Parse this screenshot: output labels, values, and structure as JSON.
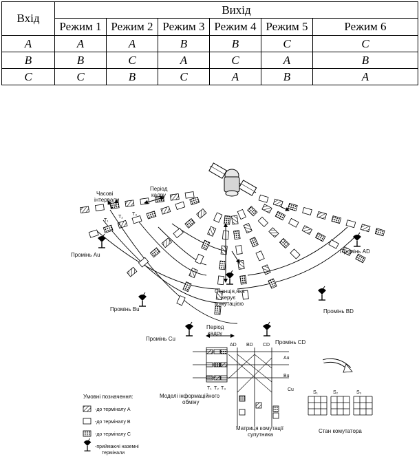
{
  "table": {
    "input_header": "Вхід",
    "output_header": "Вихід",
    "modes": [
      "Режим 1",
      "Режим 2",
      "Режим 3",
      "Режим 4",
      "Режим 5",
      "Режим 6"
    ],
    "rows": [
      {
        "input": "A",
        "outputs": [
          "A",
          "A",
          "B",
          "B",
          "C",
          "C"
        ]
      },
      {
        "input": "B",
        "outputs": [
          "B",
          "C",
          "A",
          "C",
          "A",
          "B"
        ]
      },
      {
        "input": "C",
        "outputs": [
          "C",
          "B",
          "C",
          "A",
          "B",
          "A"
        ]
      }
    ]
  },
  "figure": {
    "time_intervals": "Часові інтервали",
    "time_intervals_l1": "Часові",
    "time_intervals_l2": "інтервали",
    "frame_period_l1": "Період",
    "frame_period_l2": "кадру",
    "t1": "T₁",
    "t2": "T₂",
    "t3": "T₃",
    "beam_au": "Промінь Au",
    "beam_bu": "Промінь Bu",
    "beam_cu": "Промінь Cu",
    "beam_ad": "Промінь AD",
    "beam_bd": "Промінь BD",
    "beam_cd": "Промінь CD",
    "control_station_l1": "Станція,яка",
    "control_station_l2": "керує",
    "control_station_l3": "комутацією",
    "model_l1": "Моделі інформаційного",
    "model_l2": "обміну",
    "matrix_l1": "Матриця комутації",
    "matrix_l2": "супутника",
    "switch_state": "Стан комутатора",
    "col_ad": "AD",
    "col_bd": "BD",
    "col_cd": "CD",
    "row_au": "Au",
    "row_bu": "Bu",
    "row_cu": "Cu",
    "s1": "S₁",
    "s2": "S₂",
    "s3": "S₃",
    "legend_title": "Умовні позначення:",
    "legend_a": "-до терміналу A",
    "legend_b": "-до терміналу B",
    "legend_c": "-до терміналу C",
    "legend_t_l1": "-приймаючі наземні",
    "legend_t_l2": "термінали"
  }
}
